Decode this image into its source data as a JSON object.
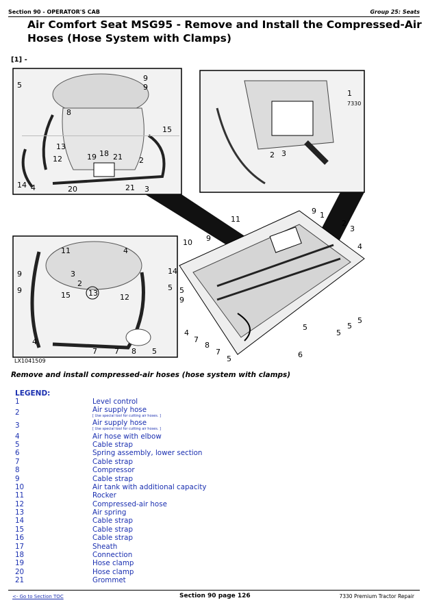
{
  "header": {
    "section": "Section 90 - OPERATOR'S CAB",
    "group": "Group 25: Seats"
  },
  "title": "Air Comfort Seat MSG95 - Remove and Install the Compressed-Air Hoses (Hose System with Clamps)",
  "ref": "[1] -",
  "figure": {
    "image_id": "LX1041509",
    "callouts_top_left": [
      "5",
      "9",
      "9",
      "8",
      "15",
      "13",
      "12",
      "19",
      "18",
      "21",
      "2",
      "14",
      "4",
      "20",
      "21",
      "3"
    ],
    "callouts_top_right": [
      "1",
      "7330",
      "2",
      "3"
    ],
    "callouts_center": [
      "11",
      "9",
      "1",
      "2",
      "3",
      "10",
      "9",
      "4",
      "5",
      "5",
      "5",
      "5",
      "5",
      "4",
      "7",
      "8",
      "7",
      "5",
      "6",
      "9"
    ],
    "callouts_bottom_left": [
      "11",
      "4",
      "9",
      "3",
      "2",
      "14",
      "9",
      "15",
      "13",
      "12",
      "5",
      "4",
      "7",
      "7",
      "8",
      "5"
    ]
  },
  "caption": "Remove and install compressed-air hoses (hose system with clamps)",
  "legend": {
    "title": "LEGEND:",
    "items": [
      {
        "num": "1",
        "desc": "Level control",
        "note": ""
      },
      {
        "num": "2",
        "desc": "Air supply hose",
        "note": "[ Use special tool for cutting air hoses. ]"
      },
      {
        "num": "3",
        "desc": "Air supply hose",
        "note": "[ Use special tool for cutting air hoses. ]"
      },
      {
        "num": "4",
        "desc": "Air hose with elbow",
        "note": ""
      },
      {
        "num": "5",
        "desc": "Cable strap",
        "note": ""
      },
      {
        "num": "6",
        "desc": "Spring assembly, lower section",
        "note": ""
      },
      {
        "num": "7",
        "desc": "Cable strap",
        "note": ""
      },
      {
        "num": "8",
        "desc": "Compressor",
        "note": ""
      },
      {
        "num": "9",
        "desc": "Cable strap",
        "note": ""
      },
      {
        "num": "10",
        "desc": "Air tank with additional capacity",
        "note": ""
      },
      {
        "num": "11",
        "desc": "Rocker",
        "note": ""
      },
      {
        "num": "12",
        "desc": "Compressed-air hose",
        "note": ""
      },
      {
        "num": "13",
        "desc": "Air spring",
        "note": ""
      },
      {
        "num": "14",
        "desc": "Cable strap",
        "note": ""
      },
      {
        "num": "15",
        "desc": "Cable strap",
        "note": ""
      },
      {
        "num": "16",
        "desc": "Cable strap",
        "note": ""
      },
      {
        "num": "17",
        "desc": "Sheath",
        "note": ""
      },
      {
        "num": "18",
        "desc": "Connection",
        "note": ""
      },
      {
        "num": "19",
        "desc": "Hose clamp",
        "note": ""
      },
      {
        "num": "20",
        "desc": "Hose clamp",
        "note": ""
      },
      {
        "num": "21",
        "desc": "Grommet",
        "note": ""
      }
    ]
  },
  "footer": {
    "toc_link": "<- Go to Section TOC",
    "page": "Section 90 page 126",
    "manual": "7330 Premium Tractor Repair"
  }
}
